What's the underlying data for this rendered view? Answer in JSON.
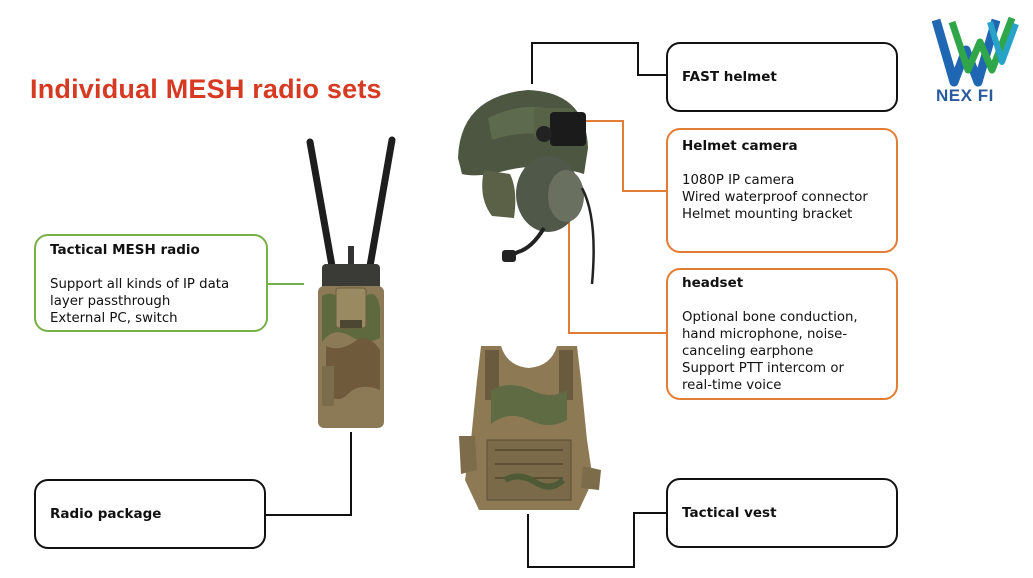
{
  "title": "Individual MESH radio sets",
  "logo": {
    "text": "NEX",
    "text2": "FI",
    "colors": {
      "blue": "#1f66b3",
      "green": "#2fa64a",
      "cyan": "#27a3c9"
    }
  },
  "boxes": {
    "fast_helmet": {
      "title": "FAST helmet"
    },
    "helmet_camera": {
      "title": "Helmet camera",
      "lines": [
        "1080P IP camera",
        "Wired waterproof connector",
        "Helmet mounting bracket"
      ]
    },
    "headset": {
      "title": "headset",
      "lines": [
        "Optional bone conduction,",
        "hand microphone, noise-",
        "canceling earphone",
        "Support PTT intercom or",
        "real-time voice"
      ]
    },
    "tactical_radio": {
      "title": "Tactical MESH radio",
      "lines": [
        "Support all kinds of IP data",
        "layer passthrough",
        "External PC, switch"
      ]
    },
    "radio_package": {
      "title": "Radio package"
    },
    "tactical_vest": {
      "title": "Tactical vest"
    }
  },
  "colors": {
    "title": "#d63a22",
    "green_border": "#77b04a",
    "orange_border": "#e37d35"
  }
}
